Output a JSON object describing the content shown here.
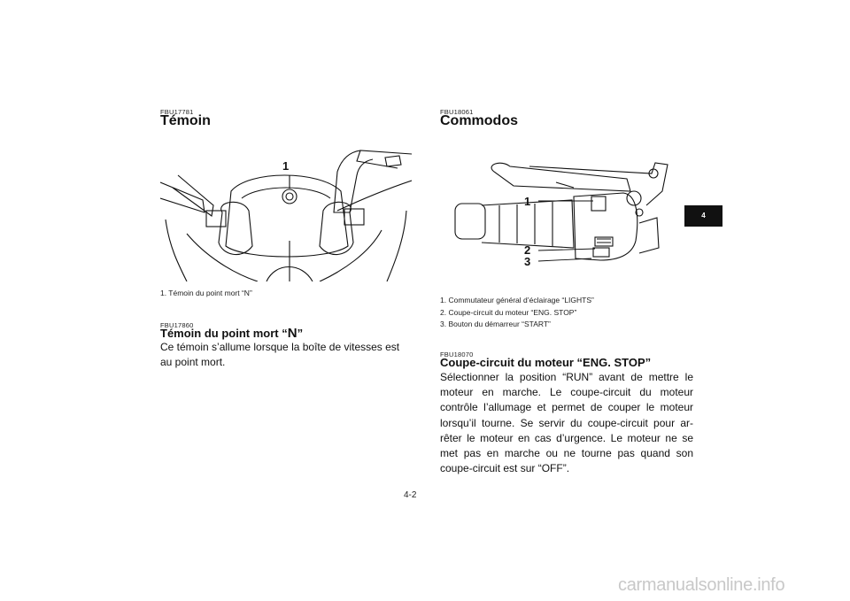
{
  "left": {
    "section1": {
      "code": "FBU17781",
      "title": "Témoin"
    },
    "figure": {
      "callout": "1",
      "caption": "1. Témoin du point mort “N”"
    },
    "section2": {
      "code": "FBU17860",
      "title": "Témoin du point mort “",
      "title_n": "N",
      "title_end": "”",
      "body_lines": [
        "Ce témoin s’allume lorsque la boîte de vitesses est",
        "au point mort."
      ]
    }
  },
  "right": {
    "section1": {
      "code": "FBU18061",
      "title": "Commodos"
    },
    "figure": {
      "callouts": [
        "1",
        "2",
        "3"
      ],
      "captions": [
        "1. Commutateur général d’éclairage “LIGHTS”",
        "2. Coupe-circuit du moteur “ENG. STOP”",
        "3. Bouton du démarreur “START”"
      ]
    },
    "section2": {
      "code": "FBU18070",
      "title": "Coupe-circuit du moteur “ENG. STOP”",
      "body_lines": [
        "Sélectionner la position “RUN” avant de mettre le",
        "moteur en marche. Le coupe-circuit du moteur",
        "contrôle l’allumage et permet de couper le moteur",
        "lorsqu’il tourne. Se servir du coupe-circuit pour ar-",
        "rêter le moteur en cas d’urgence. Le moteur ne se",
        "met pas en marche ou ne tourne pas quand son",
        "coupe-circuit est sur “OFF”."
      ]
    }
  },
  "chapter_tab": "4",
  "page_number": "4-2",
  "watermark": "carmanualsonline.info"
}
